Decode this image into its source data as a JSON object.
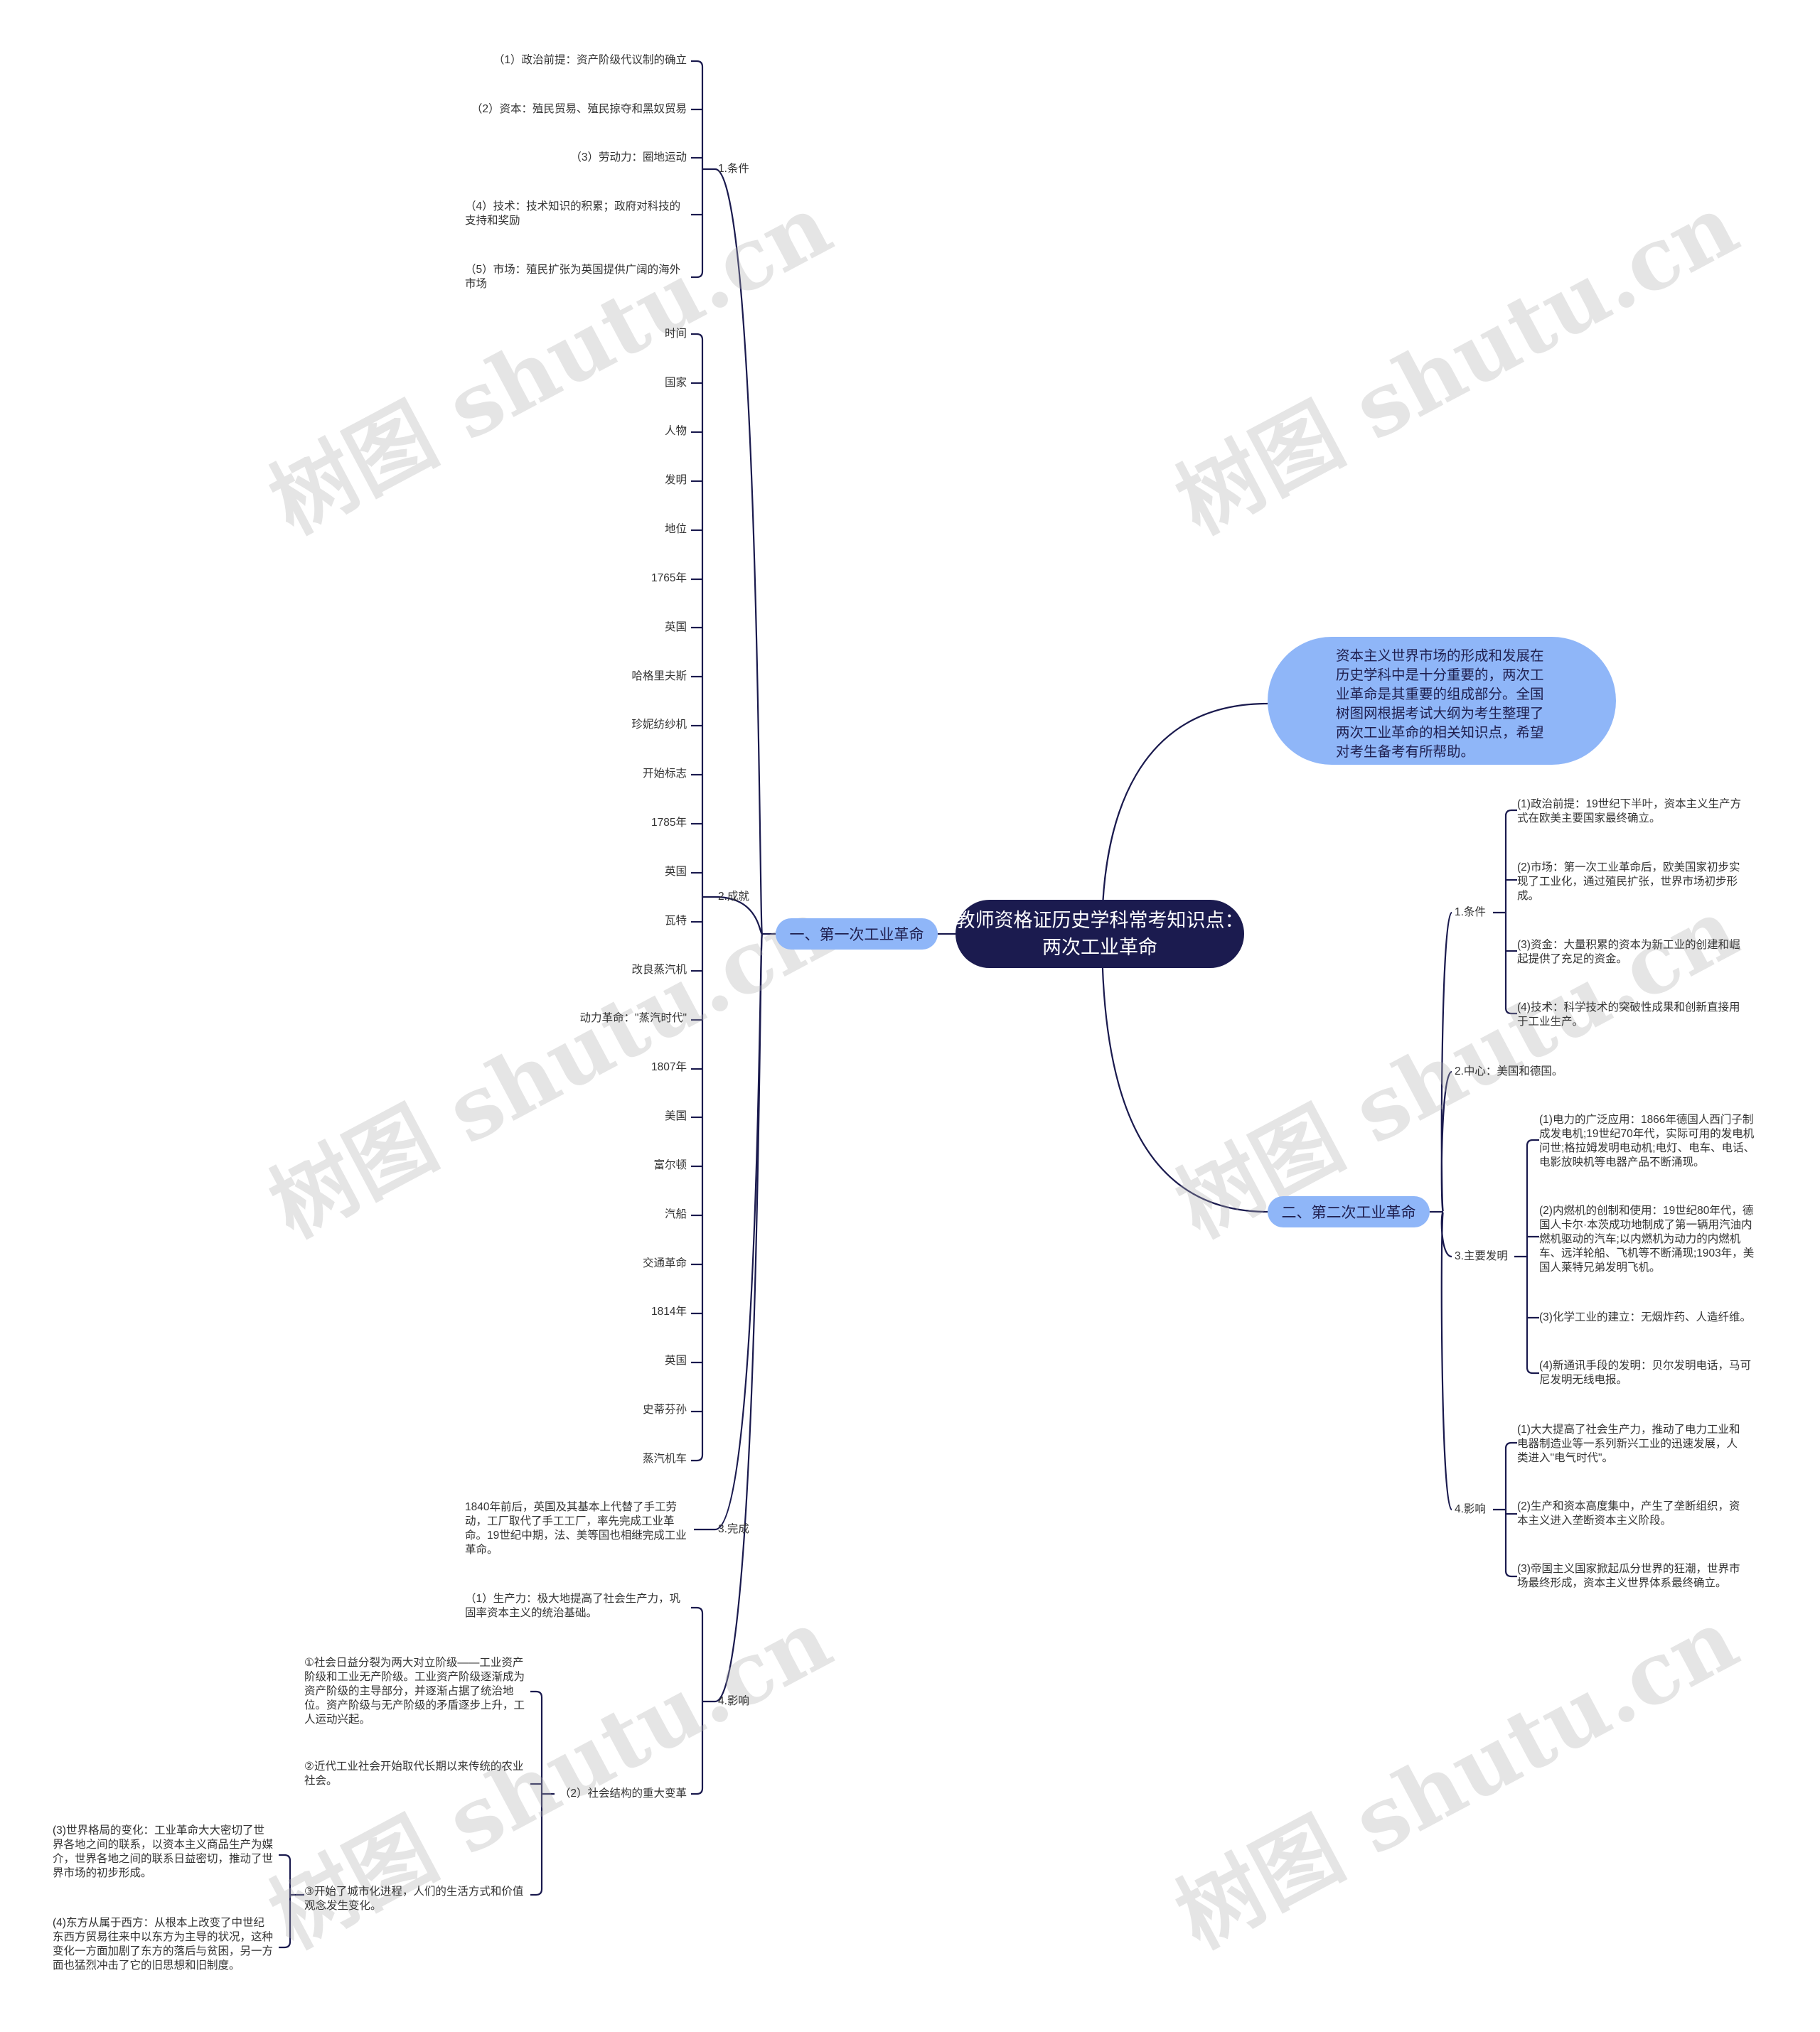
{
  "root": "教师资格证历史学科常考知识点：两次工业革命",
  "intro": "资本主义世界市场的形成和发展在历史学科中是十分重要的，两次工业革命是其重要的组成部分。全国树图网根据考试大纲为考生整理了两次工业革命的相关知识点，希望对考生备考有所帮助。",
  "watermark": "树图 shutu.cn",
  "first": {
    "title": "一、第一次工业革命",
    "conditions": {
      "label": "1.条件",
      "items": [
        "（1）政治前提：资产阶级代议制的确立",
        "（2）资本：殖民贸易、殖民掠夺和黑奴贸易",
        "（3）劳动力：圈地运动",
        "（4）技术：技术知识的积累；政府对科技的支持和奖励",
        "（5）市场：殖民扩张为英国提供广阔的海外市场"
      ]
    },
    "achievements": {
      "label": "2.成就",
      "items": [
        "时间",
        "国家",
        "人物",
        "发明",
        "地位",
        "1765年",
        "英国",
        "哈格里夫斯",
        "珍妮纺纱机",
        "开始标志",
        "1785年",
        "英国",
        "瓦特",
        "改良蒸汽机",
        "动力革命：\"蒸汽时代\"",
        "1807年",
        "美国",
        "富尔顿",
        "汽船",
        "交通革命",
        "1814年",
        "英国",
        "史蒂芬孙",
        "蒸汽机车"
      ]
    },
    "completion": {
      "label": "3.完成",
      "text": "1840年前后，英国及其基本上代替了手工劳动，工厂取代了手工工厂，率先完成工业革命。19世纪中期，法、美等国也相继完成工业革命。"
    },
    "influence": {
      "label": "4.影响",
      "productivity": "（1）生产力：极大地提高了社会生产力，巩固率资本主义的统治基础。",
      "social": {
        "label": "（2）社会结构的重大变革",
        "items": [
          "①社会日益分裂为两大对立阶级——工业资产阶级和工业无产阶级。工业资产阶级逐渐成为资产阶级的主导部分，并逐渐占据了统治地位。资产阶级与无产阶级的矛盾逐步上升，工人运动兴起。",
          "②近代工业社会开始取代长期以来传统的农业社会。",
          "③开始了城市化进程，人们的生活方式和价值观念发生变化。"
        ],
        "sub": [
          "(3)世界格局的变化：工业革命大大密切了世界各地之间的联系，以资本主义商品生产为媒介，世界各地之间的联系日益密切，推动了世界市场的初步形成。",
          "(4)东方从属于西方：从根本上改变了中世纪东西方贸易往来中以东方为主导的状况，这种变化一方面加剧了东方的落后与贫困，另一方面也猛烈冲击了它的旧思想和旧制度。"
        ]
      }
    }
  },
  "second": {
    "title": "二、第二次工业革命",
    "conditions": {
      "label": "1.条件",
      "items": [
        "(1)政治前提：19世纪下半叶，资本主义生产方式在欧美主要国家最终确立。",
        "(2)市场：第一次工业革命后，欧美国家初步实现了工业化，通过殖民扩张，世界市场初步形成。",
        "(3)资金：大量积累的资本为新工业的创建和崛起提供了充足的资金。",
        "(4)技术：科学技术的突破性成果和创新直接用于工业生产。"
      ]
    },
    "center": "2.中心：美国和德国。",
    "inventions": {
      "label": "3.主要发明",
      "items": [
        "(1)电力的广泛应用：1866年德国人西门子制成发电机;19世纪70年代，实际可用的发电机问世;格拉姆发明电动机;电灯、电车、电话、电影放映机等电器产品不断涌现。",
        "(2)内燃机的创制和使用：19世纪80年代，德国人卡尔·本茨成功地制成了第一辆用汽油内燃机驱动的汽车;以内燃机为动力的内燃机车、远洋轮船、飞机等不断涌现;1903年，美国人莱特兄弟发明飞机。",
        "(3)化学工业的建立：无烟炸药、人造纤维。",
        "(4)新通讯手段的发明：贝尔发明电话，马可尼发明无线电报。"
      ]
    },
    "influence": {
      "label": "4.影响",
      "items": [
        "(1)大大提高了社会生产力，推动了电力工业和电器制造业等一系列新兴工业的迅速发展，人类进入\"电气时代\"。",
        "(2)生产和资本高度集中，产生了垄断组织，资本主义进入垄断资本主义阶段。",
        "(3)帝国主义国家掀起瓜分世界的狂潮，世界市场最终形成，资本主义世界体系最终确立。"
      ]
    }
  }
}
